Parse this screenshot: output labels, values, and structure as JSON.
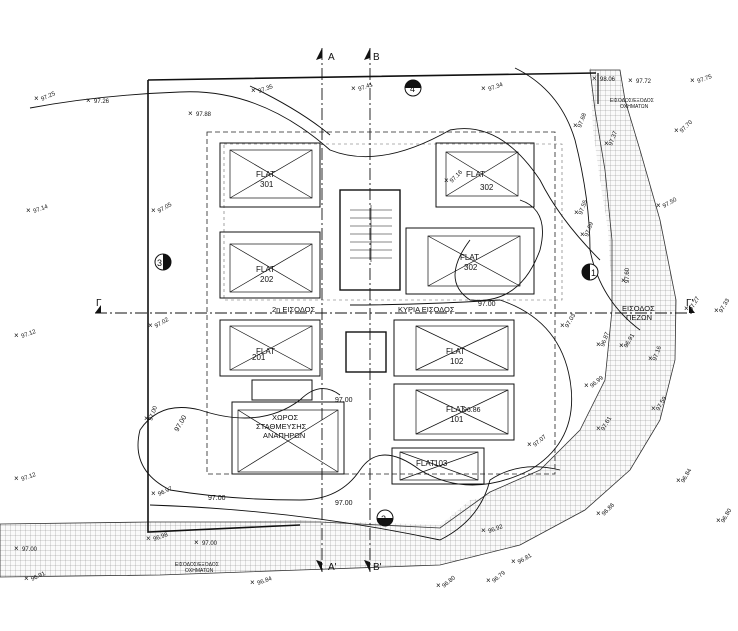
{
  "section_markers": {
    "a_top": "A",
    "b_top": "B",
    "a_bottom": "A'",
    "b_bottom": "B'",
    "gamma_left": "Γ",
    "gamma_right": "Γ'"
  },
  "view_markers": {
    "view_1": "1",
    "view_2": "2",
    "view_3": "3",
    "view_4": "4"
  },
  "units": [
    {
      "name": "FLAT",
      "number": "301"
    },
    {
      "name": "FLAT",
      "number": "302"
    },
    {
      "name": "FLAT",
      "number": "202"
    },
    {
      "name": "FLAT",
      "number": "302"
    },
    {
      "name": "FLAT",
      "number": "201"
    },
    {
      "name": "FLAT",
      "number": "102"
    },
    {
      "name": "FLAT",
      "number": "101"
    },
    {
      "name": "FLAT",
      "number": "103"
    }
  ],
  "labels": {
    "second_entrance": "2η ΕΙΣΟΔΟΣ",
    "main_entrance": "ΚΥΡΙΑ ΕΙΣΟΔΟΣ",
    "pedestrian_entrance_line1": "ΕΙΣΟΔΟΣ",
    "pedestrian_entrance_line2": "ΠΕΖΩΝ",
    "parking_line1": "ΧΩΡΟΣ",
    "parking_line2": "ΣΤΑΘΜΕΥΣΗΣ",
    "parking_line3": "ΑΝΑΠΗΡΩΝ",
    "vehicle_entrance_top_line1": "ΕΙΣΟΔΟΣ/ΕΞΟΔΟΣ",
    "vehicle_entrance_top_line2": "ΟΧΗΜΑΤΩΝ",
    "vehicle_entrance_bottom_line1": "ΕΙΣΟΔΟΣ/ΕΞΟΔΟΣ",
    "vehicle_entrance_bottom_line2": "ΟΧΗΜΑΤΩΝ"
  },
  "spot_levels": [
    "97.25",
    "97.26",
    "97.35",
    "97.41",
    "97.34",
    "97.88",
    "98.06",
    "97.72",
    "97.75",
    "97.70",
    "97.14",
    "97.05",
    "97.12",
    "97.02",
    "97.00",
    "96.97",
    "96.98",
    "96.81",
    "96.91",
    "96.80",
    "96.86",
    "96.84",
    "96.79",
    "96.92",
    "97.16",
    "97.50",
    "97.55",
    "97.69",
    "97.27",
    "97.33",
    "97.16",
    "97.59",
    "97.61",
    "97.07",
    "96.99",
    "97.37",
    "97.03",
    "96.87",
    "96.91",
    "96.84",
    "97.00",
    "97.00",
    "97.12",
    "96.80",
    "97.68",
    "97.60"
  ],
  "contours": {
    "c1": "97.00",
    "c2": "97.00",
    "c3": "97.00",
    "c4": "97.00",
    "c5": "97.00",
    "c6": "96.86"
  }
}
